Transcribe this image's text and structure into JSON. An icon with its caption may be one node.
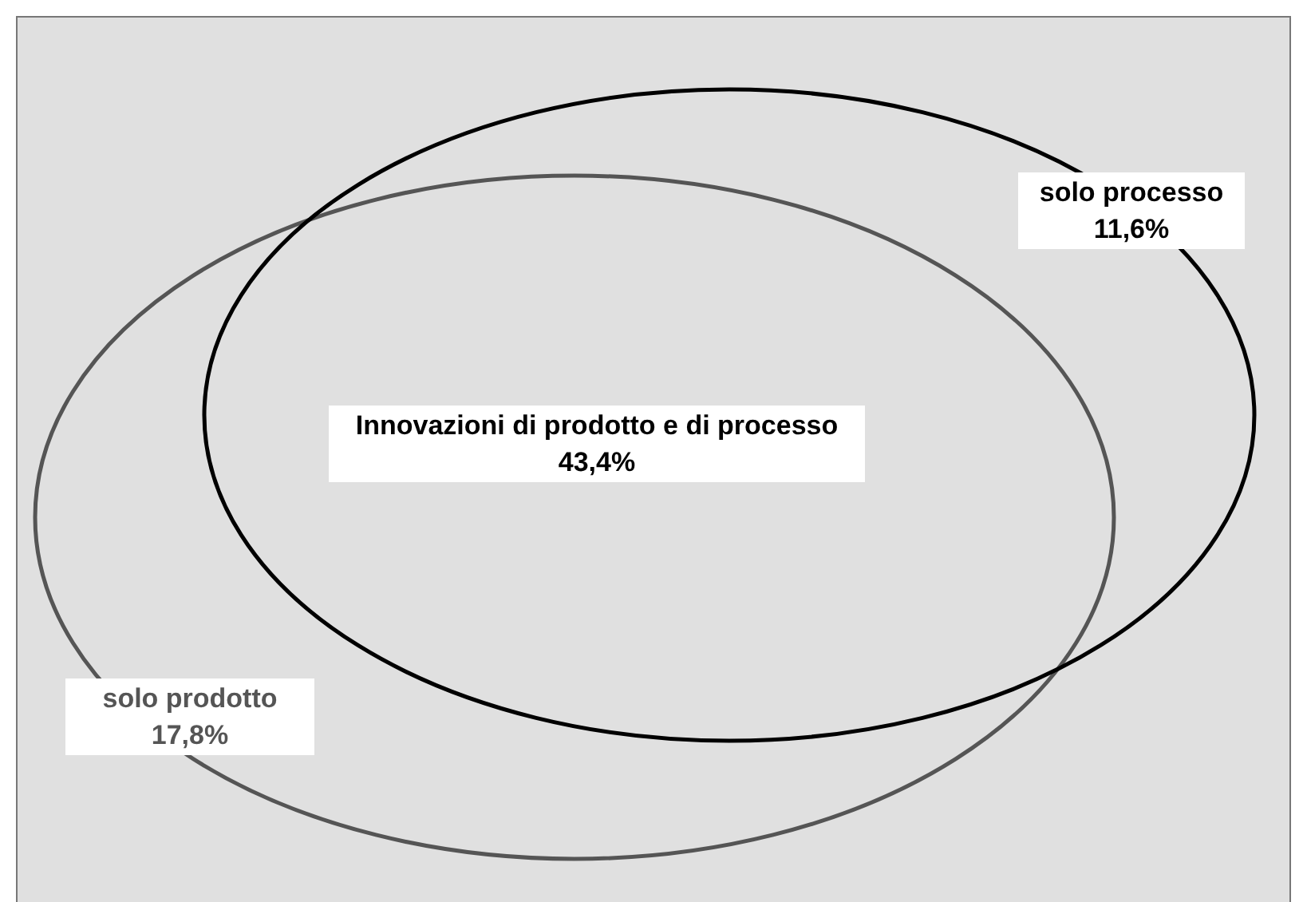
{
  "diagram": {
    "nodes": [
      {
        "text": [
          "solo processo",
          "11,6%"
        ]
      },
      {
        "text": [
          "Innovazioni di prodotto e di processo",
          "43,4%"
        ]
      },
      {
        "text": [
          "solo prodotto",
          "17,8%"
        ]
      }
    ]
  }
}
